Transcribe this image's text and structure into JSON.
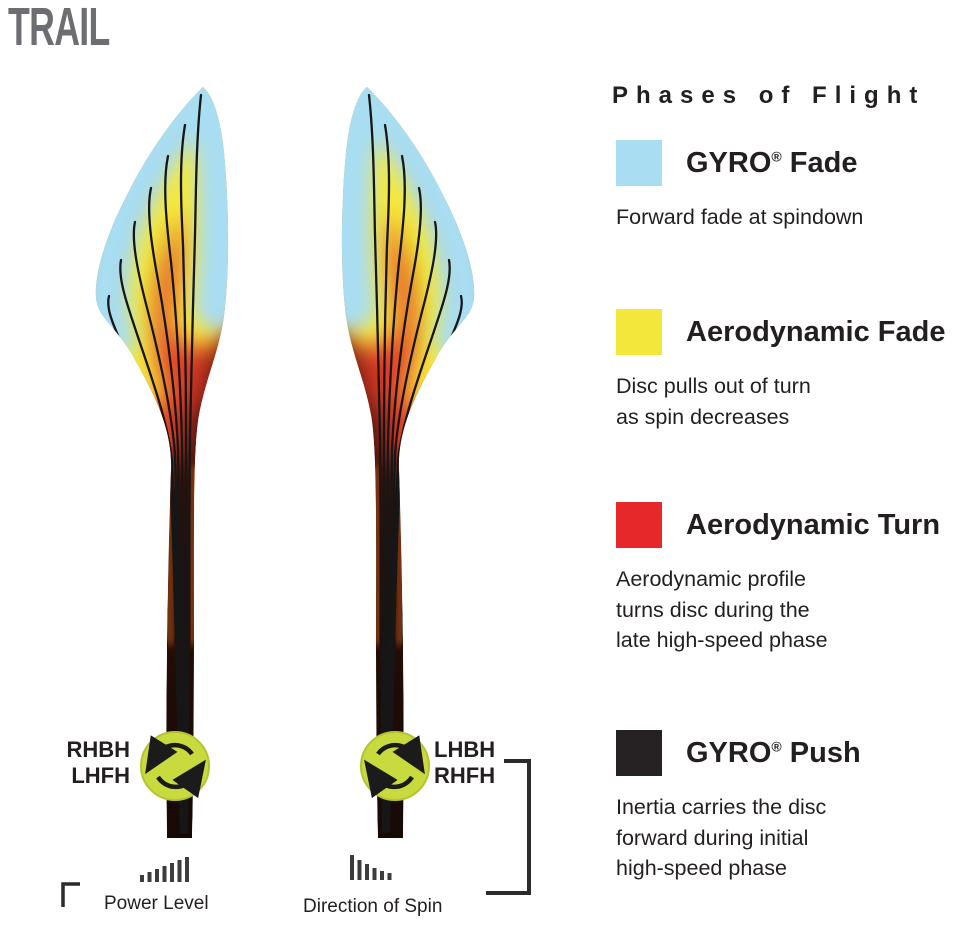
{
  "title": "TRAIL",
  "legend": {
    "title": "Phases of Flight",
    "items": [
      {
        "brand": "GYRO",
        "reg": "®",
        "rest": " Fade",
        "color": "#a9ddf2",
        "desc_lines": [
          "Forward fade at spindown"
        ]
      },
      {
        "brand": "",
        "reg": "",
        "rest": "Aerodynamic Fade",
        "color": "#f2e73a",
        "desc_lines": [
          "Disc pulls out of turn",
          "as spin decreases"
        ]
      },
      {
        "brand": "",
        "reg": "",
        "rest": "Aerodynamic Turn",
        "color": "#e6282b",
        "desc_lines": [
          "Aerodynamic profile",
          "turns disc during the",
          "late high-speed phase"
        ]
      },
      {
        "brand": "GYRO",
        "reg": "®",
        "rest": " Push",
        "color": "#262223",
        "desc_lines": [
          "Inertia carries the disc",
          "forward during initial",
          "high-speed phase"
        ]
      }
    ]
  },
  "diagram": {
    "left_spin": {
      "line1": "RHBH",
      "line2": "LHFH"
    },
    "right_spin": {
      "line1": "LHBH",
      "line2": "RHFH"
    },
    "power_label": "Power Level",
    "spin_label": "Direction of Spin",
    "phase_colors": {
      "gyro_fade": "#a9ddf2",
      "aero_fade": "#f2e73a",
      "aero_turn": "#e6282b",
      "gyro_push": "#262223"
    },
    "spin_icon_color": "#c9da3f",
    "title_color": "#6d6e71"
  }
}
